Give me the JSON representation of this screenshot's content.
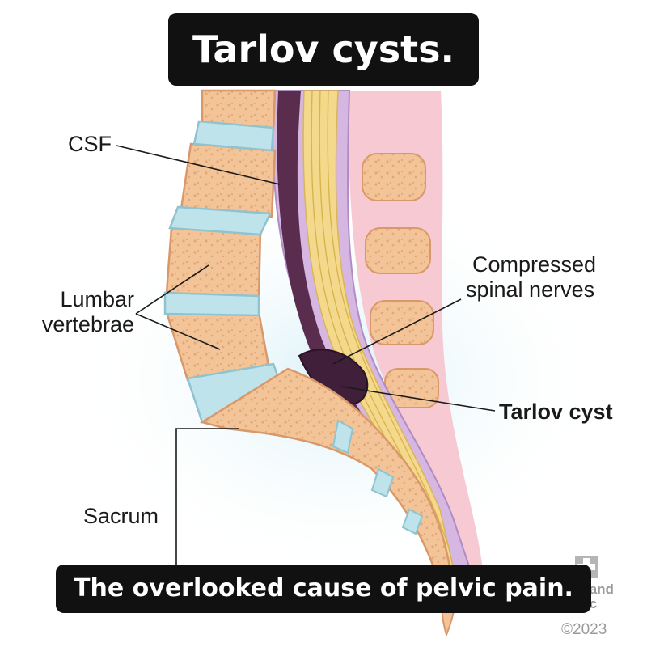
{
  "title": "Tarlov cysts.",
  "tagline": "The overlooked cause of pelvic pain.",
  "labels": {
    "csf": "CSF",
    "lumbar_vertebrae_line1": "Lumbar",
    "lumbar_vertebrae_line2": "vertebrae",
    "compressed_nerves_line1": "Compressed",
    "compressed_nerves_line2": "spinal nerves",
    "tarlov_cyst": "Tarlov cyst",
    "sacrum": "Sacrum"
  },
  "credit": {
    "name_line1": "land",
    "name_line2": "ic",
    "copyright": "©2023"
  },
  "colors": {
    "bone": "#f2c497",
    "bone_dark": "#e0a677",
    "disc": "#bfe3ea",
    "spinal_cord": "#f4d98c",
    "csf_dark": "#5a2d4f",
    "canal_lining": "#c9a7d8",
    "soft_tissue": "#f6c9d3",
    "cyst": "#3f1f3a",
    "banner_bg": "#111111",
    "banner_text": "#ffffff"
  }
}
